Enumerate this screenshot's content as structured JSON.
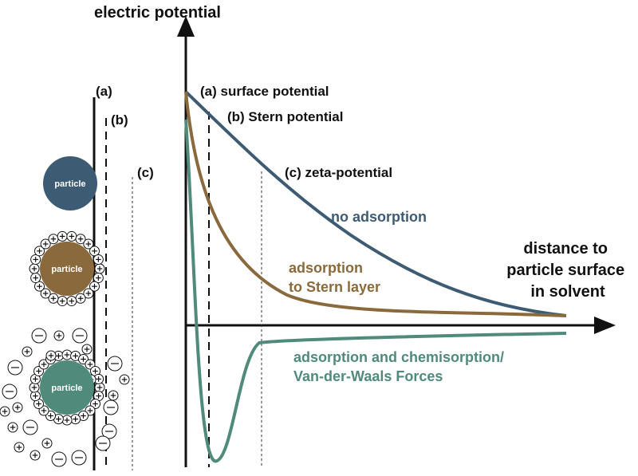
{
  "axes": {
    "y_label": "electric potential",
    "x_label": [
      "distance to",
      "particle surface",
      "in solvent"
    ]
  },
  "planes": [
    {
      "label": "(a)",
      "desc": "(a) surface potential"
    },
    {
      "label": "(b)",
      "desc": "(b) Stern potential"
    },
    {
      "label": "(c)",
      "desc": "(c) zeta-potential"
    }
  ],
  "curves": [
    {
      "name": "no adsorption",
      "label": [
        "no adsorption"
      ],
      "color": "#3e5b74"
    },
    {
      "name": "adsorption to Stern layer",
      "label": [
        "adsorption",
        "to Stern layer"
      ],
      "color": "#8a6a3c"
    },
    {
      "name": "adsorption and chemisorption",
      "label": [
        "adsorption and chemisorption/",
        "Van-der-Waals Forces"
      ],
      "color": "#4f8a7a"
    }
  ],
  "particles": [
    {
      "label": "particle",
      "color": "#3e5b74"
    },
    {
      "label": "particle",
      "color": "#8a6a3c"
    },
    {
      "label": "particle",
      "color": "#4f8a7a"
    }
  ]
}
